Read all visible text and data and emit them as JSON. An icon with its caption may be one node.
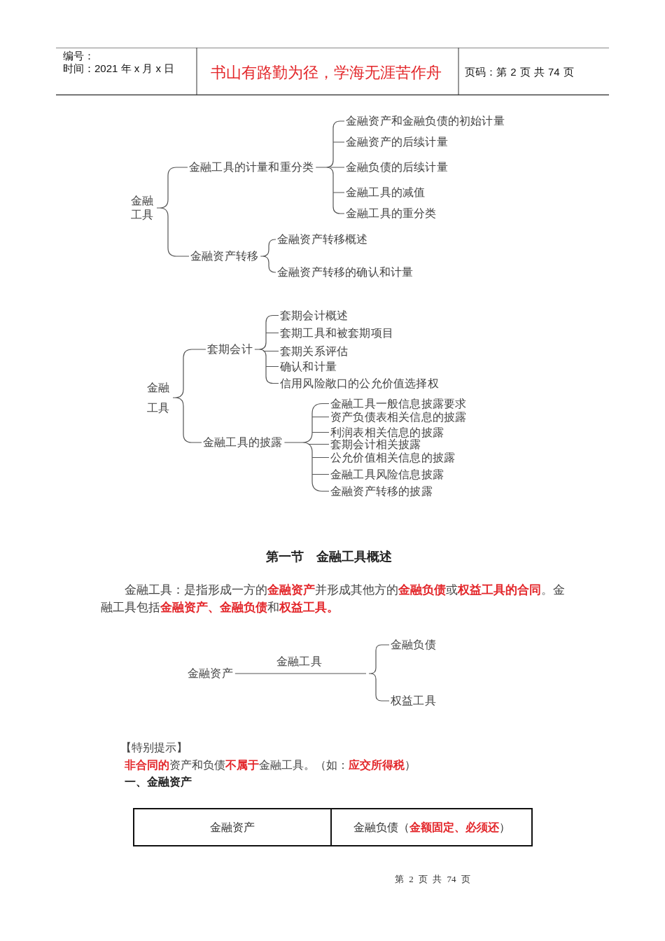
{
  "diagram": {
    "title": "第一节　金融工具概述",
    "nodes": [
      {
        "text": [
          "金融工具"
        ]
      },
      {
        "text": [
          "金融工具的计量和重分类"
        ]
      },
      {
        "text": [
          "金融资产和金融负债的初始计量"
        ]
      },
      {
        "text": [
          "金融资产的后续计量"
        ]
      },
      {
        "text": [
          "金融负债的后续计量"
        ]
      },
      {
        "text": [
          "金融工具的减值"
        ]
      },
      {
        "text": [
          "金融工具的重分类"
        ]
      },
      {
        "text": [
          "金融资产转移"
        ]
      },
      {
        "text": [
          "金融资产转移概述"
        ]
      },
      {
        "text": [
          "金融资产转移的确认和计量"
        ]
      },
      {
        "text": [
          "金融工具"
        ]
      },
      {
        "text": [
          "套期会计"
        ]
      },
      {
        "text": [
          "套期会计概述"
        ]
      },
      {
        "text": [
          "套期工具和被套期项目"
        ]
      },
      {
        "text": [
          "套期关系评估"
        ]
      },
      {
        "text": [
          "确认和计量"
        ]
      },
      {
        "text": [
          "信用风险敞口的公允价值选择权"
        ]
      },
      {
        "text": [
          "金融工具的披露"
        ]
      },
      {
        "text": [
          "金融工具一般信息披露要求"
        ]
      },
      {
        "text": [
          "资产负债表相关信息的披露"
        ]
      },
      {
        "text": [
          "利润表相关信息的披露"
        ]
      },
      {
        "text": [
          "套期会计相关披露"
        ]
      },
      {
        "text": [
          "公允价值相关信息的披露"
        ]
      },
      {
        "text": [
          "金融工具风险信息披露"
        ]
      },
      {
        "text": [
          "金融资产转移的披露"
        ]
      },
      {
        "text": [
          "金融资产"
        ]
      },
      {
        "text": [
          "金融负债"
        ]
      },
      {
        "text": [
          "权益工具"
        ]
      }
    ],
    "edges": [
      {
        "from": 0,
        "to": 1,
        "arrow": "none"
      },
      {
        "from": 0,
        "to": 7,
        "arrow": "none"
      },
      {
        "from": 1,
        "to": 2,
        "arrow": "none"
      },
      {
        "from": 1,
        "to": 3,
        "arrow": "none"
      },
      {
        "from": 1,
        "to": 4,
        "arrow": "none"
      },
      {
        "from": 1,
        "to": 5,
        "arrow": "none"
      },
      {
        "from": 1,
        "to": 6,
        "arrow": "none"
      },
      {
        "from": 7,
        "to": 8,
        "arrow": "none"
      },
      {
        "from": 7,
        "to": 9,
        "arrow": "none"
      },
      {
        "from": 10,
        "to": 11,
        "arrow": "none"
      },
      {
        "from": 10,
        "to": 17,
        "arrow": "none"
      },
      {
        "from": 11,
        "to": 12,
        "arrow": "none"
      },
      {
        "from": 11,
        "to": 13,
        "arrow": "none"
      },
      {
        "from": 11,
        "to": 14,
        "arrow": "none"
      },
      {
        "from": 11,
        "to": 15,
        "arrow": "none"
      },
      {
        "from": 11,
        "to": 16,
        "arrow": "none"
      },
      {
        "from": 17,
        "to": 18,
        "arrow": "none"
      },
      {
        "from": 17,
        "to": 19,
        "arrow": "none"
      },
      {
        "from": 17,
        "to": 20,
        "arrow": "none"
      },
      {
        "from": 17,
        "to": 21,
        "arrow": "none"
      },
      {
        "from": 17,
        "to": 22,
        "arrow": "none"
      },
      {
        "from": 17,
        "to": 23,
        "arrow": "none"
      },
      {
        "from": 17,
        "to": 24,
        "arrow": "none"
      },
      {
        "from": 25,
        "to": 26,
        "arrow": "none",
        "label": "金融工具"
      },
      {
        "from": 25,
        "to": 27,
        "arrow": "none"
      }
    ],
    "labels": [
      "编号：",
      "时间：2021 年 x 月 x 日",
      "书山有路勤为径，学海无涯苦作舟",
      "页码：第 2 页 共 74 页",
      "金融工具：是指形成一方的**金融资产**并形成其他方的**金融负债**或**权益工具的合同**。金融工具包括**金融资产、金融负债**和**权益工具。**",
      "【特别提示】",
      "**非合同的**资产和负债**不属于**金融工具。（如：**应交所得税**）",
      "一、金融资产",
      "金融资产",
      "金融负债（**金额固定、必须还**）",
      "第 2 页 共 74 页"
    ]
  }
}
